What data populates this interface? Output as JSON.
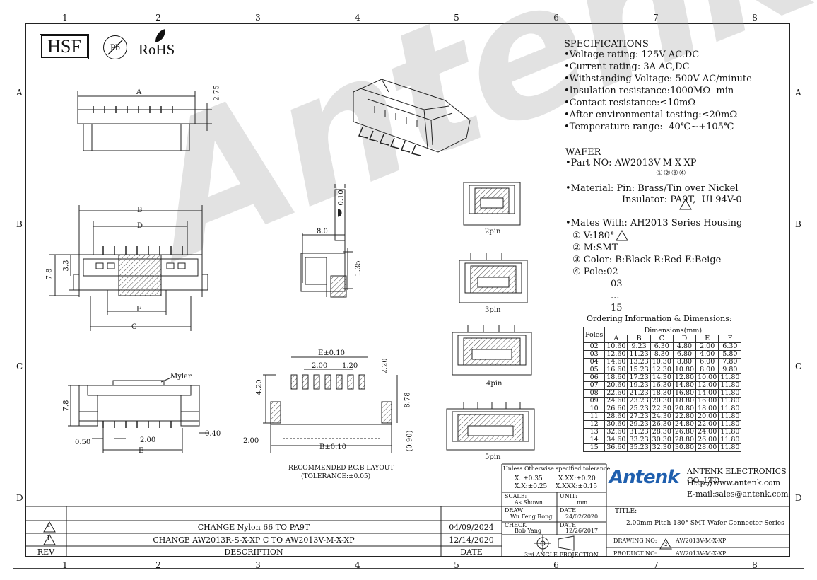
{
  "zones": {
    "columns": [
      "1",
      "2",
      "3",
      "4",
      "5",
      "6",
      "7",
      "8"
    ],
    "rows": [
      "A",
      "B",
      "C",
      "D"
    ]
  },
  "logos": {
    "hsf": "HSF",
    "pb": "Pb",
    "rohs": "RoHS"
  },
  "watermark": "Antenk",
  "specs": {
    "title": "SPECIFICATIONS",
    "items": [
      "•Voltage rating: 125V AC.DC",
      "•Current rating: 3A AC,DC",
      "•Withstanding Voltage: 500V AC/minute",
      "•Insulation resistance:1000MΩ  min",
      "•Contact resistance:≤10mΩ",
      "•After environmental testing:≤20mΩ",
      "•Temperature range: -40℃~+105℃"
    ],
    "wafer_title": "WAFER",
    "part_no": "•Part NO: AW2013V-M-X-XP",
    "part_marks": "①②③④",
    "material_1": "•Material: Pin: Brass/Tin over Nickel",
    "material_2": "Insulator: PA9T,  UL94V-0",
    "mates": "•Mates With: AH2013 Series Housing",
    "options": [
      "① V:180°",
      "② M:SMT",
      "③ Color: B:Black R:Red E:Beige",
      "④ Pole:02"
    ],
    "poles_more": [
      "03",
      "...",
      "15"
    ],
    "ordering_title": "Ordering Information & Dimensions:"
  },
  "dims_table": {
    "group_header": "Dimensions(mm)",
    "poles_header": "Poles",
    "columns": [
      "A",
      "B",
      "C",
      "D",
      "E",
      "F"
    ],
    "rows": [
      [
        "02",
        "10.60",
        "9.23",
        "6.30",
        "4.80",
        "2.00",
        "6.30"
      ],
      [
        "03",
        "12.60",
        "11.23",
        "8.30",
        "6.80",
        "4.00",
        "5.80"
      ],
      [
        "04",
        "14.60",
        "13.23",
        "10.30",
        "8.80",
        "6.00",
        "7.80"
      ],
      [
        "05",
        "16.60",
        "15.23",
        "12.30",
        "10.80",
        "8.00",
        "9.80"
      ],
      [
        "06",
        "18.60",
        "17.23",
        "14.30",
        "12.80",
        "10.00",
        "11.80"
      ],
      [
        "07",
        "20.60",
        "19.23",
        "16.30",
        "14.80",
        "12.00",
        "11.80"
      ],
      [
        "08",
        "22.60",
        "21.23",
        "18.30",
        "16.80",
        "14.00",
        "11.80"
      ],
      [
        "09",
        "24.60",
        "23.23",
        "20.30",
        "18.80",
        "16.00",
        "11.80"
      ],
      [
        "10",
        "26.60",
        "25.23",
        "22.30",
        "20.80",
        "18.00",
        "11.80"
      ],
      [
        "11",
        "28.60",
        "27.23",
        "24.30",
        "22.80",
        "20.00",
        "11.80"
      ],
      [
        "12",
        "30.60",
        "29.23",
        "26.30",
        "24.80",
        "22.00",
        "11.80"
      ],
      [
        "13",
        "32.60",
        "31.23",
        "28.30",
        "26.80",
        "24.00",
        "11.80"
      ],
      [
        "14",
        "34.60",
        "33.23",
        "30.30",
        "28.80",
        "26.00",
        "11.80"
      ],
      [
        "15",
        "36.60",
        "35.23",
        "32.30",
        "30.80",
        "28.00",
        "11.80"
      ]
    ]
  },
  "views": {
    "pin_labels": [
      "2pin",
      "3pin",
      "4pin",
      "5pin"
    ],
    "dim_a": "A",
    "dim_b": "B",
    "dim_c": "C",
    "dim_d": "D",
    "dim_e": "E",
    "dim_f": "F",
    "h_275": "2.75",
    "h_78": "7.8",
    "h_33": "3.3",
    "h_010": "0.10",
    "h_80": "8.0",
    "h_135": "1.35",
    "mylar": "Mylar",
    "h_78b": "7.8",
    "w_050": "0.50",
    "w_200": "2.00",
    "w_040": "0.40",
    "pcb_e": "E±0.10",
    "pcb_200": "2.00",
    "pcb_120": "1.20",
    "pcb_220": "2.20",
    "pcb_420": "4.20",
    "pcb_878": "8.78",
    "pcb_200b": "2.00",
    "pcb_b": "B±0.10",
    "pcb_090": "(0.90)",
    "pcb_caption": "RECOMMENDED P.C.B LAYOUT",
    "pcb_tol": "(TOLERANCE:±0.05)"
  },
  "revisions": [
    {
      "rev": "2",
      "desc": "CHANGE Nylon 66 TO PA9T",
      "date": "04/09/2024"
    },
    {
      "rev": "1",
      "desc": "CHANGE AW2013R-S-X-XP C TO AW2013V-M-X-XP",
      "date": "12/14/2020"
    }
  ],
  "rev_headers": {
    "rev": "REV",
    "desc": "DESCRIPTION",
    "date": "DATE"
  },
  "tolerance": {
    "title": "Unless Otherwise specified tolerance",
    "x": "X. ±0.35",
    "xx": "X.XX:±0.20",
    "xx2": "X.X:±0.25",
    "xxx": "X.XXX:±0.15"
  },
  "title_block": {
    "scale_label": "SCALE:",
    "scale_value": "As Shown",
    "unit_label": "UNIT:",
    "unit_value": "mm",
    "draw_label": "DRAW",
    "draw_value": "Wu Feng Rong",
    "draw_date_label": "DATE",
    "draw_date": "24/02/2020",
    "check_label": "CHECK",
    "check_value": "Bob Yang",
    "check_date_label": "DATE",
    "check_date": "12/26/2017",
    "projection": "3rd ANGLE PROJECTION",
    "company": "ANTENK ELECTRONICS CO.,LTD",
    "url": "Http://www.antenk.com",
    "email": "E-mail:sales@antenk.com",
    "brand": "Antenk",
    "title_label": "TITLE:",
    "title_value": "2.00mm Pitch 180° SMT Wafer Connector Series",
    "drawing_label": "DRAWING NO:",
    "drawing_value": "AW2013V-M-X-XP",
    "product_label": "PRODUCT NO:",
    "product_value": "AW2013V-M-X-XP",
    "rev_mark": "2"
  },
  "colors": {
    "brand_blue": "#1f5fae",
    "hatch": "#555555",
    "line": "#222222"
  }
}
